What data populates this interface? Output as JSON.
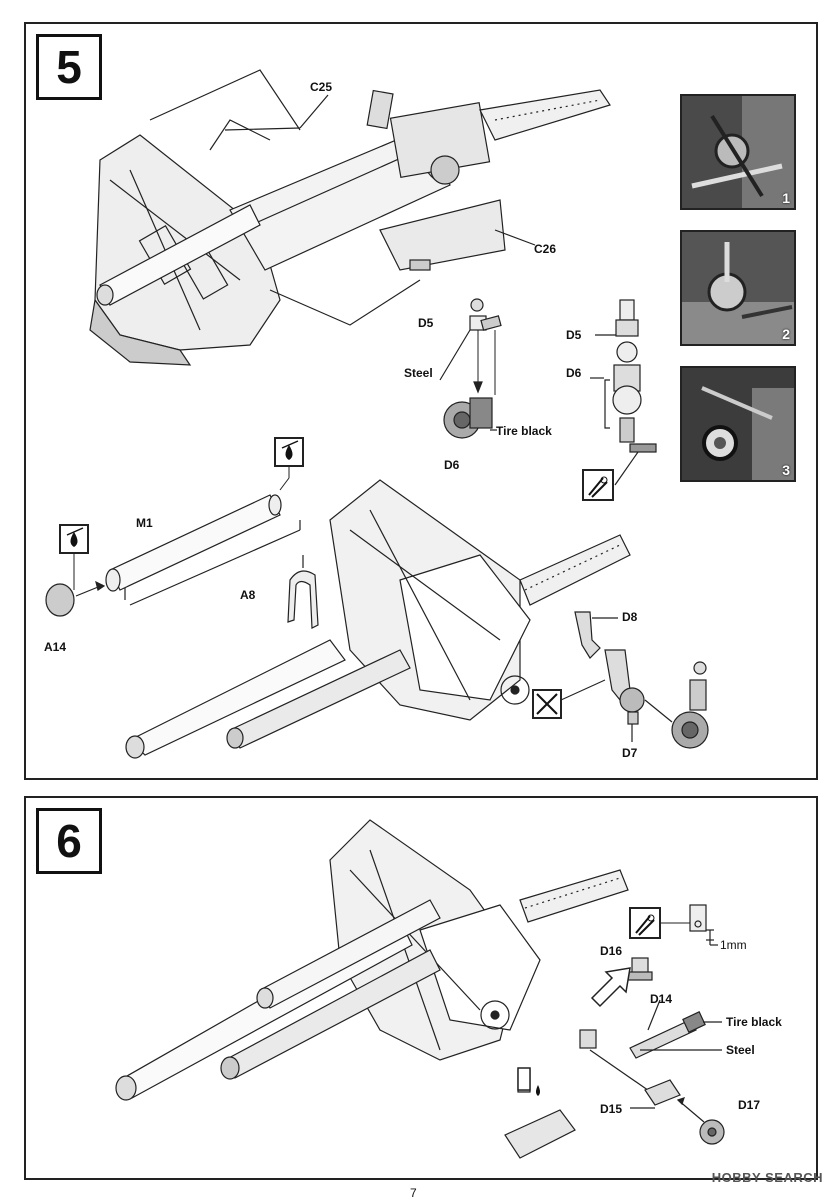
{
  "steps": [
    {
      "number": "5",
      "labels": {
        "c25": "C25",
        "c26": "C26",
        "d5_a": "D5",
        "steel_a": "Steel",
        "tire_black_a": "Tire black",
        "d6_a": "D6",
        "d5_b": "D5",
        "d6_b": "D6",
        "m1": "M1",
        "a8": "A8",
        "a14": "A14",
        "d8": "D8",
        "d7": "D7"
      },
      "photos": [
        {
          "num": "1"
        },
        {
          "num": "2"
        },
        {
          "num": "3"
        }
      ]
    },
    {
      "number": "6",
      "labels": {
        "d16": "D16",
        "one_mm": "1mm",
        "d14": "D14",
        "tire_black": "Tire black",
        "steel": "Steel",
        "d15": "D15",
        "d17": "D17"
      }
    }
  ],
  "footer": {
    "page": "7",
    "watermark": "HOBBY SEARCH"
  },
  "icons": {
    "glue": "glue-drop-icon",
    "cut": "nipper-cut-icon",
    "no_glue": "no-glue-icon",
    "arrow": "direction-arrow-icon"
  }
}
